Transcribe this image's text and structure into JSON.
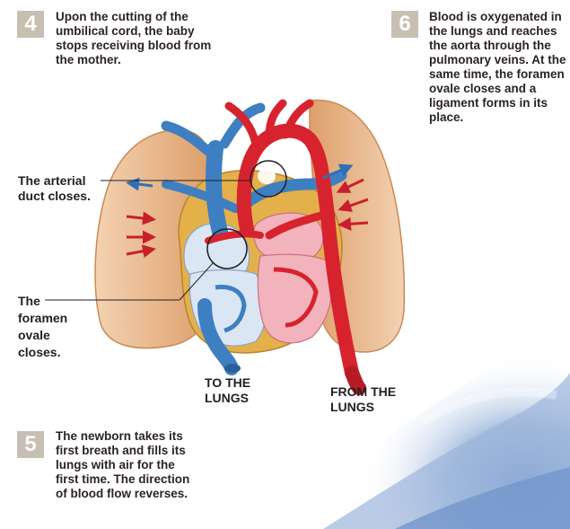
{
  "steps": [
    {
      "number": "4",
      "text": "Upon the cutting of the umbilical cord, the baby stops receiving blood from the mother."
    },
    {
      "number": "5",
      "text": "The newborn takes its first breath and fills its lungs with air for the first time. The direction of blood flow reverses."
    },
    {
      "number": "6",
      "text": "Blood is oxygenated in the lungs and reaches the aorta through the pulmonary veins. At the same time, the foramen ovale closes and a ligament forms in its place."
    }
  ],
  "labels": {
    "arterial_duct": "The arterial duct closes.",
    "foramen_ovale": "The foramen ovale closes.",
    "to_lungs": "TO THE LUNGS",
    "from_lungs": "FROM THE LUNGS"
  },
  "colors": {
    "badge": "#c8bfb3",
    "lung": "#e9b889",
    "oxygenated": "#d7232e",
    "deoxygenated": "#3d7fc0",
    "atrium_light": "#dbe6f4",
    "ventricle_pink": "#f2b3bd"
  }
}
